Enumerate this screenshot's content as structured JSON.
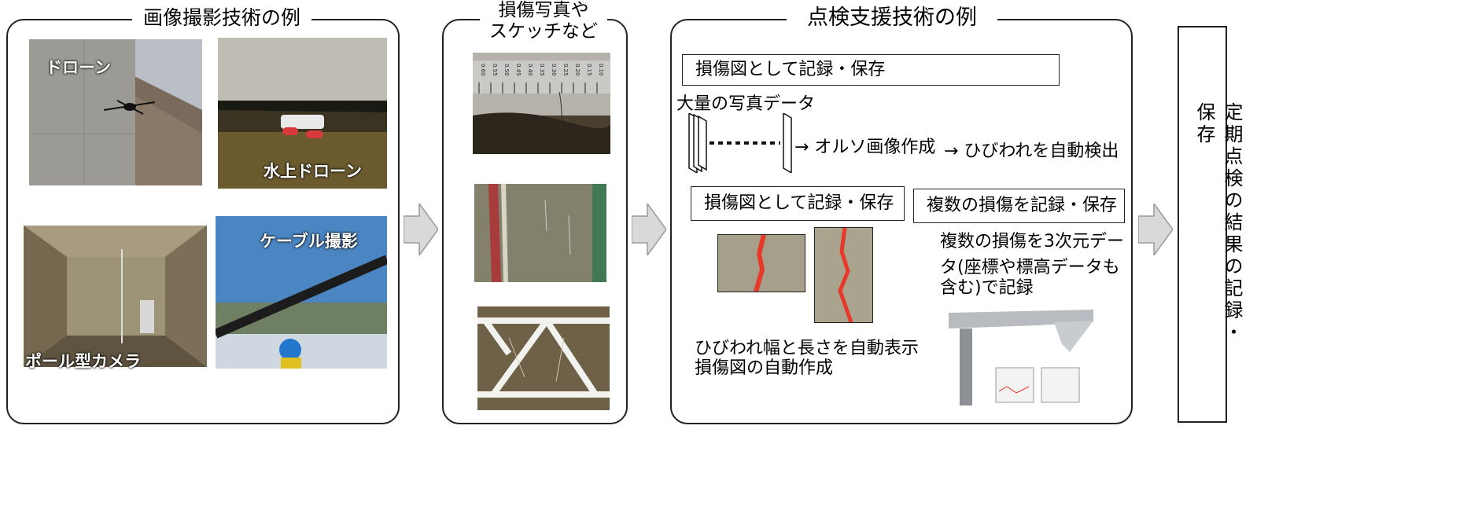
{
  "panels": {
    "imaging": {
      "title": "画像撮影技術の例"
    },
    "photos": {
      "title_line1": "損傷写真や",
      "title_line2": "スケッチなど"
    },
    "inspection": {
      "title": "点検支援技術の例"
    },
    "result": {
      "title": "定期点検の結果の記録・保存"
    }
  },
  "imaging_photos": {
    "drone": "ドローン",
    "water_drone": "水上ドローン",
    "pole_camera": "ポール型カメラ",
    "cable": "ケーブル撮影"
  },
  "ruler_ticks": [
    "0.60",
    "0.55",
    "0.50",
    "0.45",
    "0.40",
    "0.35",
    "0.30",
    "0.25",
    "0.20",
    "0.15",
    "0.10"
  ],
  "inspection": {
    "record_top": "損傷図として記録・保存",
    "bulk_photos": "大量の写真データ",
    "ortho": "→ オルソ画像作成",
    "crack_detect": "→ ひびわれを自動検出",
    "record_mid": "損傷図として記録・保存",
    "record_multi": "複数の損傷を記録・保存",
    "multi_desc_1": "複数の損傷を3次元デー",
    "multi_desc_2": "タ(座標や標高データも",
    "multi_desc_3": "含む)で記録",
    "crack_desc_1": "ひびわれ幅と長さを自動表示",
    "crack_desc_2": "損傷図の自動作成"
  },
  "colors": {
    "border": "#222222",
    "arrow_fill": "#d9d9d9",
    "arrow_stroke": "#9a9a9a",
    "crack_red": "#e8382a"
  }
}
